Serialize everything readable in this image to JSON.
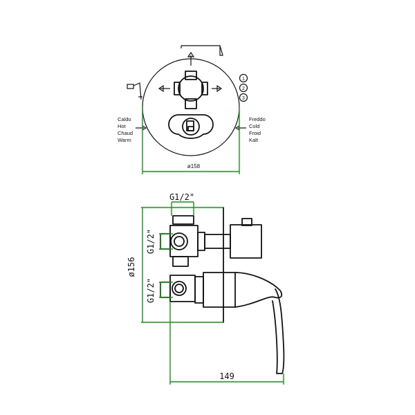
{
  "top_view": {
    "hot_labels": [
      "Caldo",
      "Hot",
      "Chaud",
      "Warm"
    ],
    "cold_labels": [
      "Freddo",
      "Cold",
      "Froid",
      "Kalt"
    ],
    "diameter_label": "ø158",
    "position_markers": [
      "1",
      "2",
      "3"
    ]
  },
  "side_view": {
    "top_connection_label": "G1/2\"",
    "left_upper_connection_label": "G1/2\"",
    "left_lower_connection_label": "G1/2\"",
    "height_label": "ø156",
    "depth_label": "149"
  },
  "colors": {
    "line": "#111111",
    "dimension": "#0f9d0f",
    "background": "#ffffff"
  }
}
